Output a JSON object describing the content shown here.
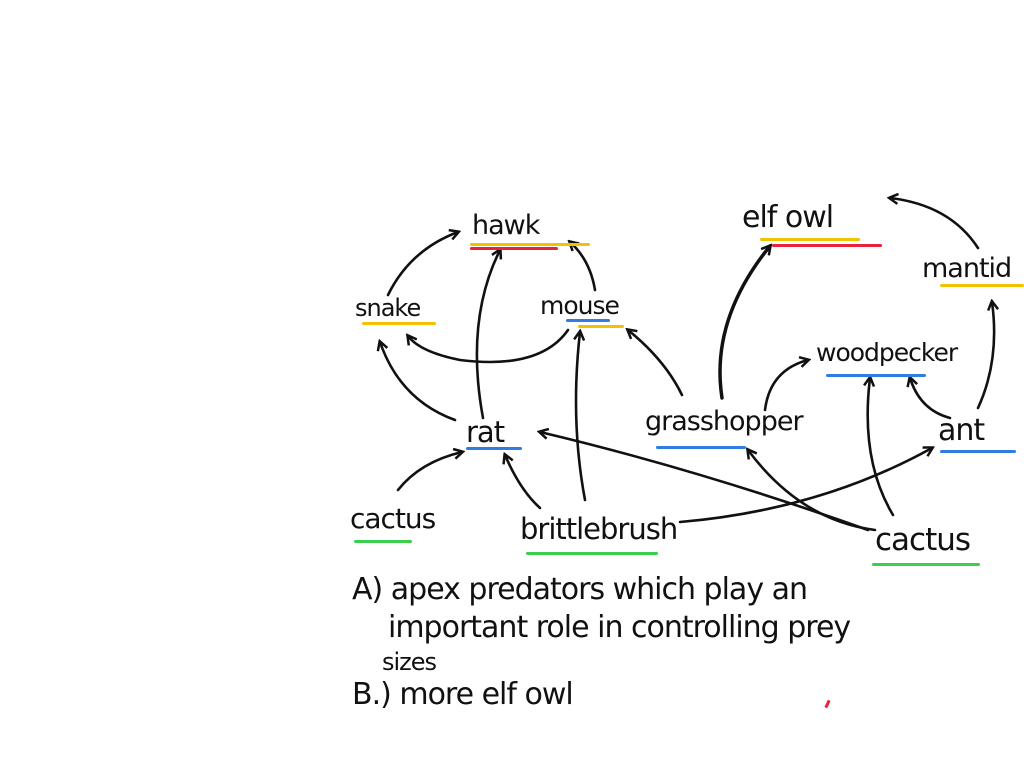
{
  "colors": {
    "yellow": "#f2c200",
    "red": "#e8223a",
    "blue": "#2f7de0",
    "green": "#3ccf4e",
    "ink": "#111111"
  },
  "organisms": {
    "hawk": "hawk",
    "elf_owl": "elf owl",
    "mantid": "mantid",
    "snake": "snake",
    "mouse": "mouse",
    "woodpecker": "woodpecker",
    "rat": "rat",
    "grasshopper": "grasshopper",
    "ant": "ant",
    "cactus_left": "cactus",
    "brittlebrush": "brittlebrush",
    "cactus_right": "cactus"
  },
  "answers": {
    "a_line1": "A) apex predators which play an",
    "a_line2": "important role in controlling prey",
    "a_line3": "sizes",
    "b_line1": "B.) more elf owl"
  }
}
